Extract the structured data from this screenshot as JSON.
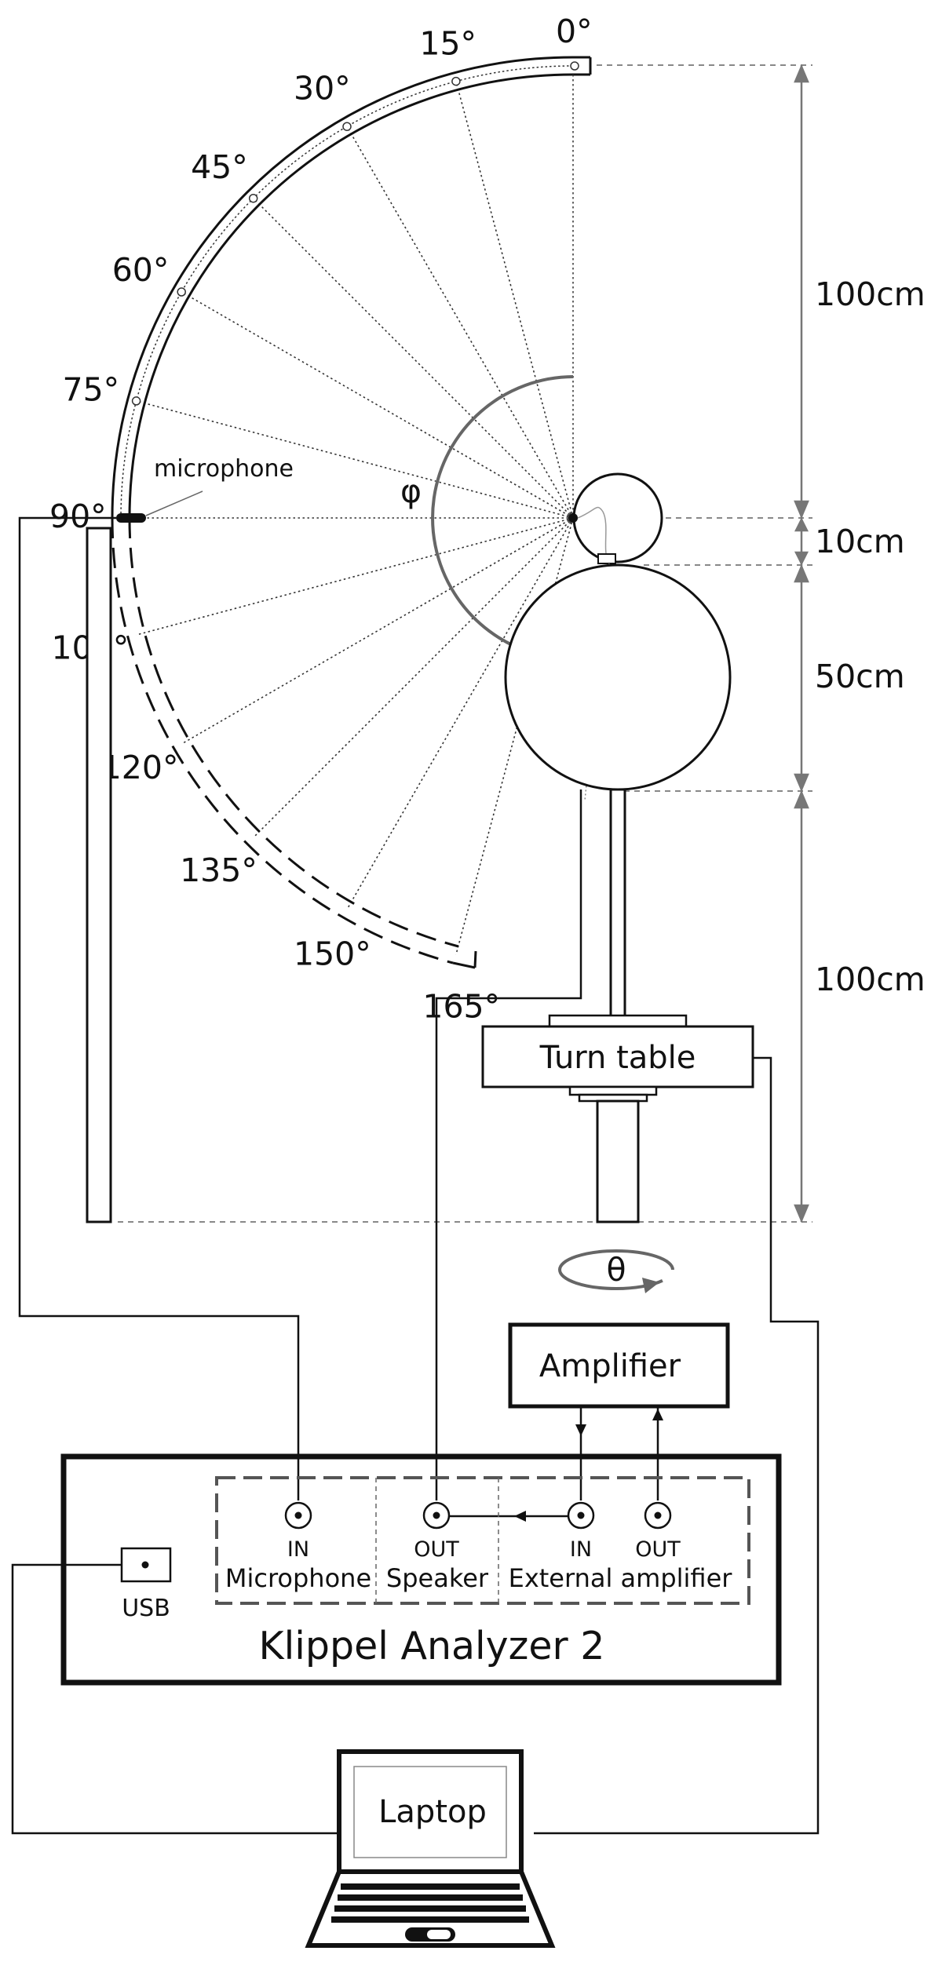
{
  "angles": [
    {
      "label": "0°",
      "deg": 0
    },
    {
      "label": "15°",
      "deg": 15
    },
    {
      "label": "30°",
      "deg": 30
    },
    {
      "label": "45°",
      "deg": 45
    },
    {
      "label": "60°",
      "deg": 60
    },
    {
      "label": "75°",
      "deg": 75
    },
    {
      "label": "90°",
      "deg": 90
    },
    {
      "label": "105°",
      "deg": 105
    },
    {
      "label": "120°",
      "deg": 120
    },
    {
      "label": "135°",
      "deg": 135
    },
    {
      "label": "150°",
      "deg": 150
    },
    {
      "label": "165°",
      "deg": 165
    }
  ],
  "labels": {
    "microphone": "microphone",
    "phi": "φ",
    "theta": "θ",
    "turn_table": "Turn table",
    "amplifier": "Amplifier",
    "analyzer": "Klippel Analyzer 2",
    "laptop": "Laptop",
    "usb": "USB"
  },
  "dimensions": {
    "top": "100cm",
    "head": "10cm",
    "torso": "50cm",
    "bottom": "100cm"
  },
  "ports": {
    "mic_in": "IN",
    "mic_group": "Microphone",
    "spk_out": "OUT",
    "spk_group": "Speaker",
    "ext_in": "IN",
    "ext_out": "OUT",
    "ext_group": "External amplifier"
  },
  "colors": {
    "line": "#111111",
    "dim": "#777777",
    "arrow": "#666666"
  }
}
